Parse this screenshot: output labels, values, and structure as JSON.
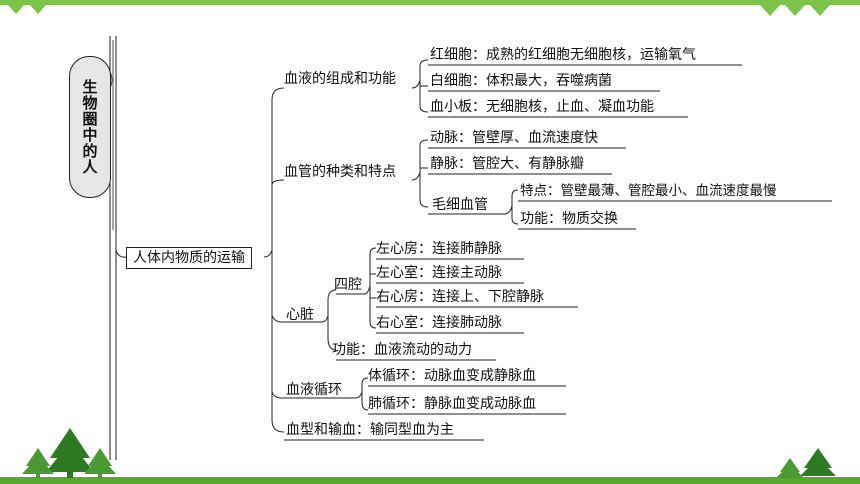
{
  "colors": {
    "accent": "#7dc34a",
    "bar": "#5aa832",
    "tree_dark": "#2d7a22",
    "tree_light": "#4a9a34"
  },
  "root": {
    "label": "生物圈中的人"
  },
  "main": {
    "label": "人体内物质的运输"
  },
  "blood": {
    "label": "血液的组成和功能",
    "red": "红细胞：成熟的红细胞无细胞核，运输氧气",
    "white": "白细胞：体积最大，吞噬病菌",
    "platelet": "血小板：无细胞核，止血、凝血功能"
  },
  "vessels": {
    "label": "血管的种类和特点",
    "artery": "动脉：管壁厚、血流速度快",
    "vein": "静脉：管腔大、有静脉瓣",
    "capillary": "毛细血管",
    "cap_feature": "特点：管壁最薄、管腔最小、血流速度最慢",
    "cap_function": "功能：物质交换"
  },
  "heart": {
    "label": "心脏",
    "chambers": "四腔",
    "la": "左心房：连接肺静脉",
    "lv": "左心室：连接主动脉",
    "ra": "右心房：连接上、下腔静脉",
    "rv": "右心室：连接肺动脉",
    "function": "功能：血液流动的动力"
  },
  "circulation": {
    "label": "血液循环",
    "systemic": "体循环：动脉血变成静脉血",
    "pulmonary": "肺循环：静脉血变成动脉血"
  },
  "transfusion": {
    "text": "血型和输血：输同型血为主"
  }
}
